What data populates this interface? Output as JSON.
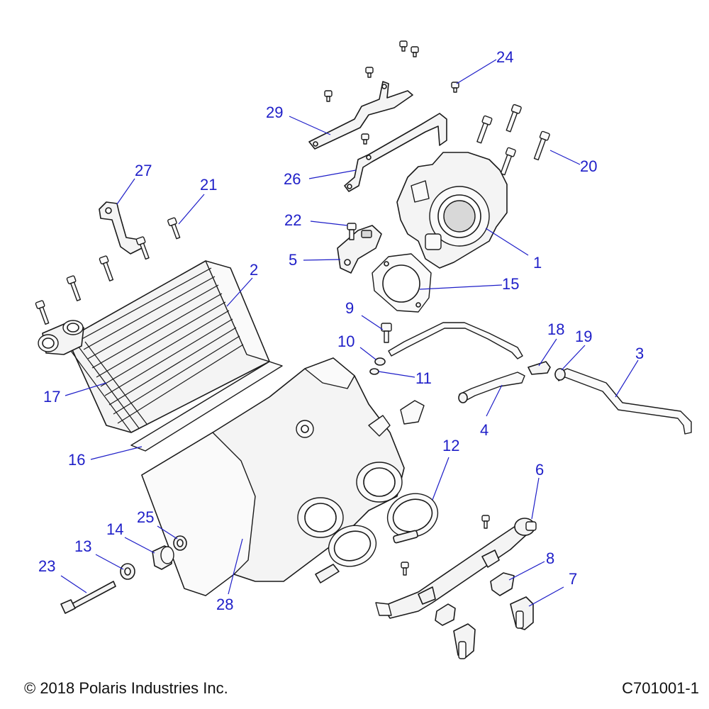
{
  "callouts": [
    {
      "id": "c1",
      "label": "1"
    },
    {
      "id": "c2",
      "label": "2"
    },
    {
      "id": "c3",
      "label": "3"
    },
    {
      "id": "c4",
      "label": "4"
    },
    {
      "id": "c5",
      "label": "5"
    },
    {
      "id": "c6",
      "label": "6"
    },
    {
      "id": "c7",
      "label": "7"
    },
    {
      "id": "c8",
      "label": "8"
    },
    {
      "id": "c9",
      "label": "9"
    },
    {
      "id": "c10",
      "label": "10"
    },
    {
      "id": "c11",
      "label": "11"
    },
    {
      "id": "c12",
      "label": "12"
    },
    {
      "id": "c13",
      "label": "13"
    },
    {
      "id": "c14",
      "label": "14"
    },
    {
      "id": "c15",
      "label": "15"
    },
    {
      "id": "c16",
      "label": "16"
    },
    {
      "id": "c17",
      "label": "17"
    },
    {
      "id": "c18",
      "label": "18"
    },
    {
      "id": "c19",
      "label": "19"
    },
    {
      "id": "c20",
      "label": "20"
    },
    {
      "id": "c21",
      "label": "21"
    },
    {
      "id": "c22",
      "label": "22"
    },
    {
      "id": "c23",
      "label": "23"
    },
    {
      "id": "c24",
      "label": "24"
    },
    {
      "id": "c25",
      "label": "25"
    },
    {
      "id": "c26",
      "label": "26"
    },
    {
      "id": "c27",
      "label": "27"
    },
    {
      "id": "c28",
      "label": "28"
    },
    {
      "id": "c29",
      "label": "29"
    }
  ],
  "footer": {
    "copyright": "© 2018 Polaris Industries Inc.",
    "drawing_number": "C701001-1"
  },
  "colors": {
    "callout": "#1e1ec8",
    "line_art": "#1a1a1a",
    "background": "#ffffff"
  }
}
